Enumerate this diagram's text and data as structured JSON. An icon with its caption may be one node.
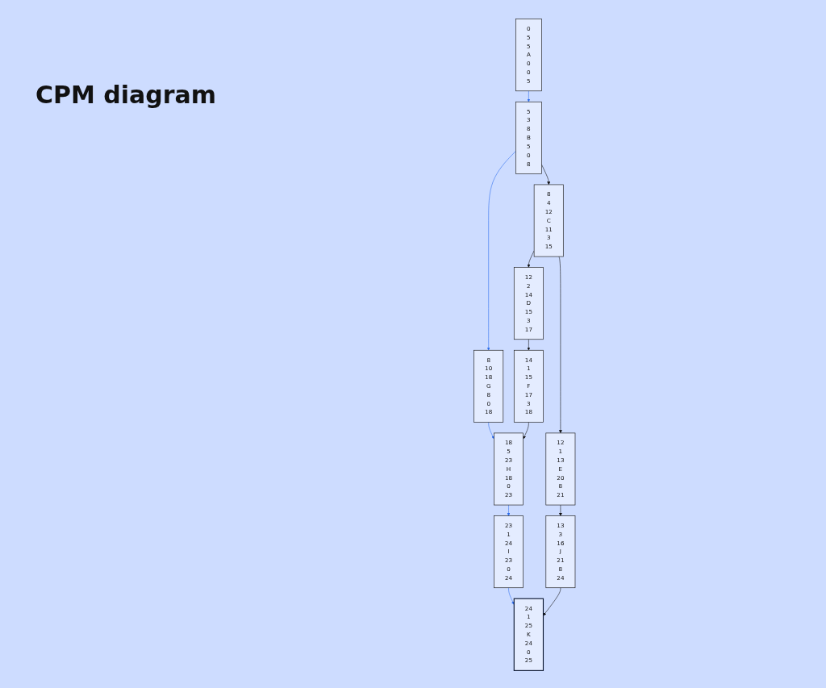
{
  "diagram": {
    "title": "CPM diagram",
    "nodes": [
      {
        "text": [
          "0",
          "5",
          "5",
          "A",
          "0",
          "0",
          "5"
        ]
      },
      {
        "text": [
          "5",
          "3",
          "8",
          "B",
          "5",
          "0",
          "8"
        ]
      },
      {
        "text": [
          "8",
          "10",
          "18",
          "G",
          "8",
          "0",
          "18"
        ]
      },
      {
        "text": [
          "8",
          "4",
          "12",
          "C",
          "11",
          "3",
          "15"
        ]
      },
      {
        "text": [
          "12",
          "2",
          "14",
          "D",
          "15",
          "3",
          "17"
        ]
      },
      {
        "text": [
          "12",
          "1",
          "13",
          "E",
          "20",
          "8",
          "21"
        ]
      },
      {
        "text": [
          "14",
          "1",
          "15",
          "F",
          "17",
          "3",
          "18"
        ]
      },
      {
        "text": [
          "13",
          "3",
          "16",
          "J",
          "21",
          "8",
          "24"
        ]
      },
      {
        "text": [
          "18",
          "5",
          "23",
          "H",
          "18",
          "0",
          "23"
        ]
      },
      {
        "text": [
          "23",
          "1",
          "24",
          "I",
          "23",
          "0",
          "24"
        ]
      },
      {
        "text": [
          "24",
          "1",
          "25",
          "K",
          "24",
          "0",
          "25"
        ]
      }
    ],
    "edges": [
      {
        "from": 0,
        "to": 1,
        "arrow": "to",
        "color": "#2f6fed"
      },
      {
        "from": 1,
        "to": 2,
        "arrow": "to",
        "color": "#2f6fed"
      },
      {
        "from": 1,
        "to": 3,
        "arrow": "to"
      },
      {
        "from": 3,
        "to": 4,
        "arrow": "to"
      },
      {
        "from": 3,
        "to": 5,
        "arrow": "to"
      },
      {
        "from": 2,
        "to": 8,
        "arrow": "to",
        "color": "#2f6fed"
      },
      {
        "from": 4,
        "to": 6,
        "arrow": "to"
      },
      {
        "from": 5,
        "to": 7,
        "arrow": "to"
      },
      {
        "from": 6,
        "to": 8,
        "arrow": "to"
      },
      {
        "from": 7,
        "to": 10,
        "arrow": "to"
      },
      {
        "from": 8,
        "to": 9,
        "arrow": "to",
        "color": "#2f6fed"
      },
      {
        "from": 9,
        "to": 10,
        "arrow": "to",
        "color": "#2f6fed"
      }
    ]
  }
}
